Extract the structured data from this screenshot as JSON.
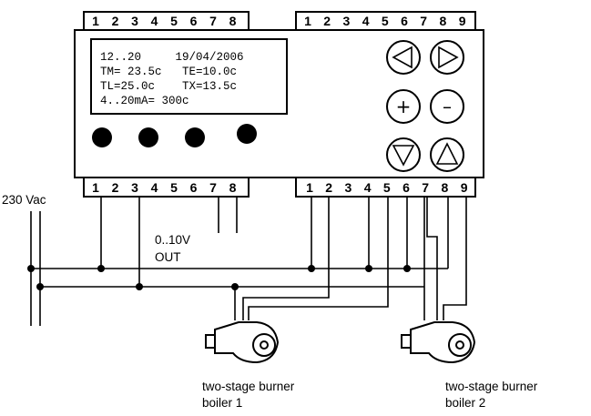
{
  "terminals": {
    "top_left": [
      "1",
      "2",
      "3",
      "4",
      "5",
      "6",
      "7",
      "8"
    ],
    "top_right": [
      "1",
      "2",
      "3",
      "4",
      "5",
      "6",
      "7",
      "8",
      "9"
    ],
    "bottom_left": [
      "1",
      "2",
      "3",
      "4",
      "5",
      "6",
      "7",
      "8"
    ],
    "bottom_right": [
      "1",
      "2",
      "3",
      "4",
      "5",
      "6",
      "7",
      "8",
      "9"
    ]
  },
  "display": {
    "lines": [
      "12..20     19/04/2006",
      "TM= 23.5c   TE=10.0c",
      "TL=25.0c    TX=13.5c",
      "4..20mA= 300c"
    ]
  },
  "buttons": {
    "left_icon": "triangle-left-icon",
    "right_icon": "triangle-right-icon",
    "plus": "+",
    "minus": "–",
    "down_icon": "triangle-down-icon",
    "up_icon": "triangle-up-icon"
  },
  "labels": {
    "supply": "230 Vac",
    "out_range": "0..10V",
    "out": "OUT",
    "burner1_line1": "two-stage burner",
    "burner1_line2": "boiler 1",
    "burner2_line1": "two-stage burner",
    "burner2_line2": "boiler 2"
  }
}
